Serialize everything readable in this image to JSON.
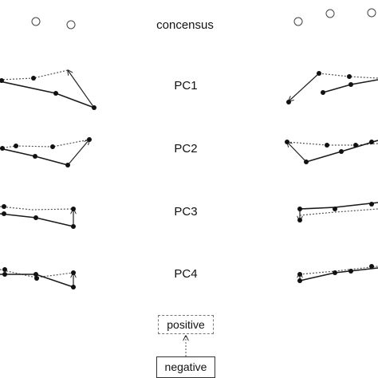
{
  "labels": {
    "consensus": "concensus",
    "pc1": "PC1",
    "pc2": "PC2",
    "pc3": "PC3",
    "pc4": "PC4"
  },
  "legend": {
    "positive": "positive",
    "negative": "negative"
  },
  "colors": {
    "line": "#1a1a1a",
    "dotted": "#555555",
    "marker": "#111111",
    "open_marker": "#444444"
  }
}
